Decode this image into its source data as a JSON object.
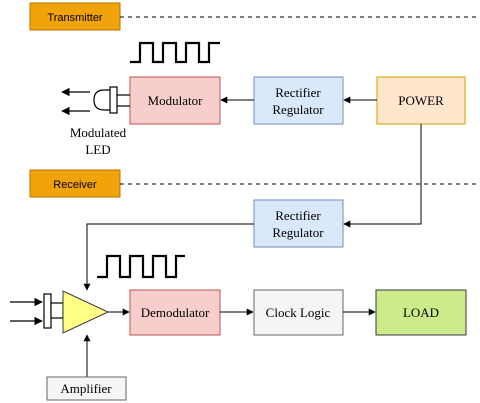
{
  "sections": {
    "transmitter": "Transmitter",
    "receiver": "Receiver"
  },
  "transmitter": {
    "modulator": "Modulator",
    "rectifier_line1": "Rectifier",
    "rectifier_line2": "Regulator",
    "power": "POWER",
    "led_label_line1": "Modulated",
    "led_label_line2": "LED"
  },
  "receiver": {
    "rectifier_line1": "Rectifier",
    "rectifier_line2": "Regulator",
    "demodulator": "Demodulator",
    "clock_logic": "Clock Logic",
    "load": "LOAD",
    "amplifier": "Amplifier"
  },
  "colors": {
    "section_tag": "#f0a30a",
    "modulator": "#f8cecc",
    "rectifier": "#dae8fc",
    "power": "#ffe6cc",
    "demodulator": "#f8cecc",
    "clock_logic": "#f5f5f5",
    "load": "#cdeb8b",
    "amplifier_triangle": "#ffff88",
    "amplifier_label": "#f5f5f5"
  }
}
